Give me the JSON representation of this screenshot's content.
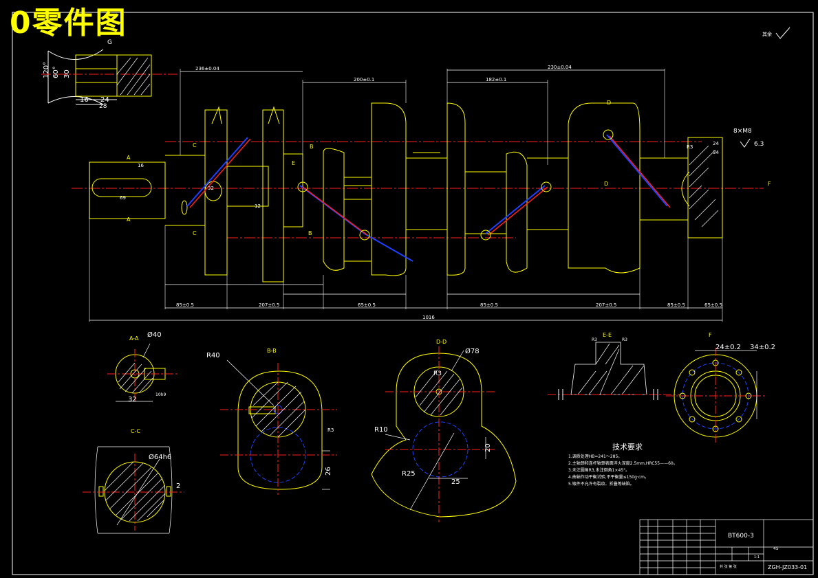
{
  "drawing": {
    "title": "0零件图",
    "top_right_note": "其余",
    "top_right_roughness": "✓",
    "colors": {
      "background": "#000000",
      "outline": "#ffffff",
      "part": "#ffff00",
      "centerline": "#ff2020",
      "hidden": "#2040ff",
      "hatch": "#ffffff",
      "dim": "#ffffff"
    }
  },
  "views": {
    "detail_g": {
      "label": "G",
      "angle_1": "120°",
      "angle_2": "60°",
      "dim_1": "16",
      "dim_2": "24",
      "dim_3": "30",
      "dim_4": "28"
    },
    "main": {
      "section_a": "A",
      "section_b": "B",
      "section_c": "C",
      "section_d": "D",
      "section_e": "E",
      "section_f": "F",
      "dim_ra": "6.3",
      "dim_screws": "8×M8",
      "dim_r": "R3",
      "dim_overall": "1016",
      "dim_top_left": "236±0.04",
      "dim_top_right": "230±0.04",
      "dim_mid_1": "200±0.1",
      "dim_mid_2": "182±0.1",
      "dim_bot_1": "85±0.5",
      "dim_bot_2": "207±0.5",
      "dim_bot_3": "65±0.5",
      "dim_bot_4": "85±0.5",
      "dim_bot_5": "207±0.5",
      "dim_bot_6": "85±0.5",
      "dim_bot_7": "65±0.5",
      "dim_key": "69",
      "dim_32": "32",
      "dim_16": "16",
      "dim_12": "12",
      "dim_24": "24",
      "dim_34": "34"
    },
    "aa": {
      "label": "A-A",
      "diameter": "Ø40",
      "width": "32",
      "tol": "10h9"
    },
    "bb": {
      "label": "B-B",
      "radius": "R40",
      "r3": "R3",
      "dim_26": "26"
    },
    "cc": {
      "label": "C-C",
      "diameter": "Ø64h6",
      "dim_2": "2"
    },
    "dd": {
      "label": "D-D",
      "diameter": "Ø78",
      "r10": "R10",
      "r25": "R25",
      "r3": "R3",
      "dim_25": "25",
      "dim_20": "20"
    },
    "ee": {
      "label": "E-E",
      "r3_left": "R3",
      "r3_right": "R3"
    },
    "f": {
      "label": "F",
      "dim_1": "24±0.2",
      "dim_2": "34±0.2"
    }
  },
  "tech_requirements": {
    "title": "技术要求",
    "lines": [
      "1.调质处理HB=241～285。",
      "2.主轴颈和连杆轴颈表面淬火深度2.5mm,HRC55——60。",
      "3.未注圆角R3,未注倒角1×45°。",
      "4.曲轴作动平衡试验,不平衡量≤150g·cm。",
      "5.锻件不允许有裂纹、折叠等缺陷。"
    ]
  },
  "title_block": {
    "part_name": "BT600-3",
    "drawing_no": "ZGH-JZ033-01",
    "material": "45",
    "scale": "1:1",
    "sheet": "共 张 第 张"
  }
}
